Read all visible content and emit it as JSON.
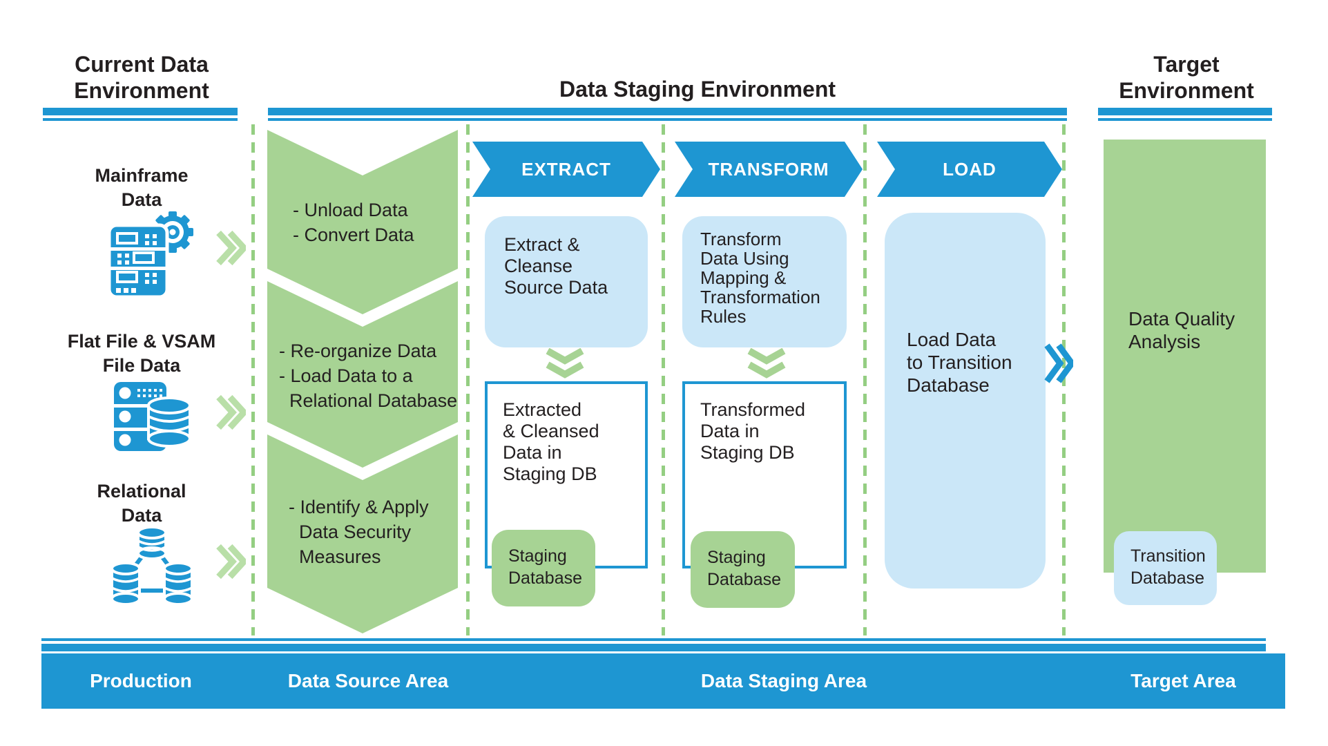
{
  "headers": {
    "current": "Current Data\nEnvironment",
    "staging": "Data Staging Environment",
    "target": "Target\nEnvironment"
  },
  "sources": [
    {
      "label": "Mainframe\nData",
      "icon": "mainframe-server-gear-icon"
    },
    {
      "label": "Flat File & VSAM\nFile Data",
      "icon": "file-server-database-icon"
    },
    {
      "label": "Relational\nData",
      "icon": "relational-database-network-icon"
    }
  ],
  "staging_steps": [
    {
      "text": "- Unload Data\n- Convert Data"
    },
    {
      "text": "- Re-organize Data\n- Load Data to a\n  Relational Database"
    },
    {
      "text": "- Identify & Apply\n  Data Security\n  Measures"
    }
  ],
  "etl": {
    "extract": {
      "banner": "EXTRACT",
      "process": "Extract &\nCleanse\nSource Data",
      "result": "Extracted\n& Cleansed\nData in\nStaging DB",
      "db": "Staging\nDatabase"
    },
    "transform": {
      "banner": "TRANSFORM",
      "process": "Transform\nData Using\nMapping &\nTransformation\nRules",
      "result": "Transformed\nData in\nStaging DB",
      "db": "Staging\nDatabase"
    },
    "load": {
      "banner": "LOAD",
      "process": "Load Data\nto Transition\nDatabase"
    }
  },
  "target_panel": {
    "title": "Data Quality\nAnalysis",
    "db": "Transition\nDatabase"
  },
  "bottom_banner": {
    "segments": [
      "Production",
      "Data Source Area",
      "Data Staging Area",
      "Target Area"
    ]
  },
  "colors": {
    "blue": "#1E96D2",
    "light_blue": "#CBE7F8",
    "green": "#A7D394",
    "light_green": "#B9DFA8",
    "dash_green": "#94CE82",
    "text": "#231F20"
  }
}
